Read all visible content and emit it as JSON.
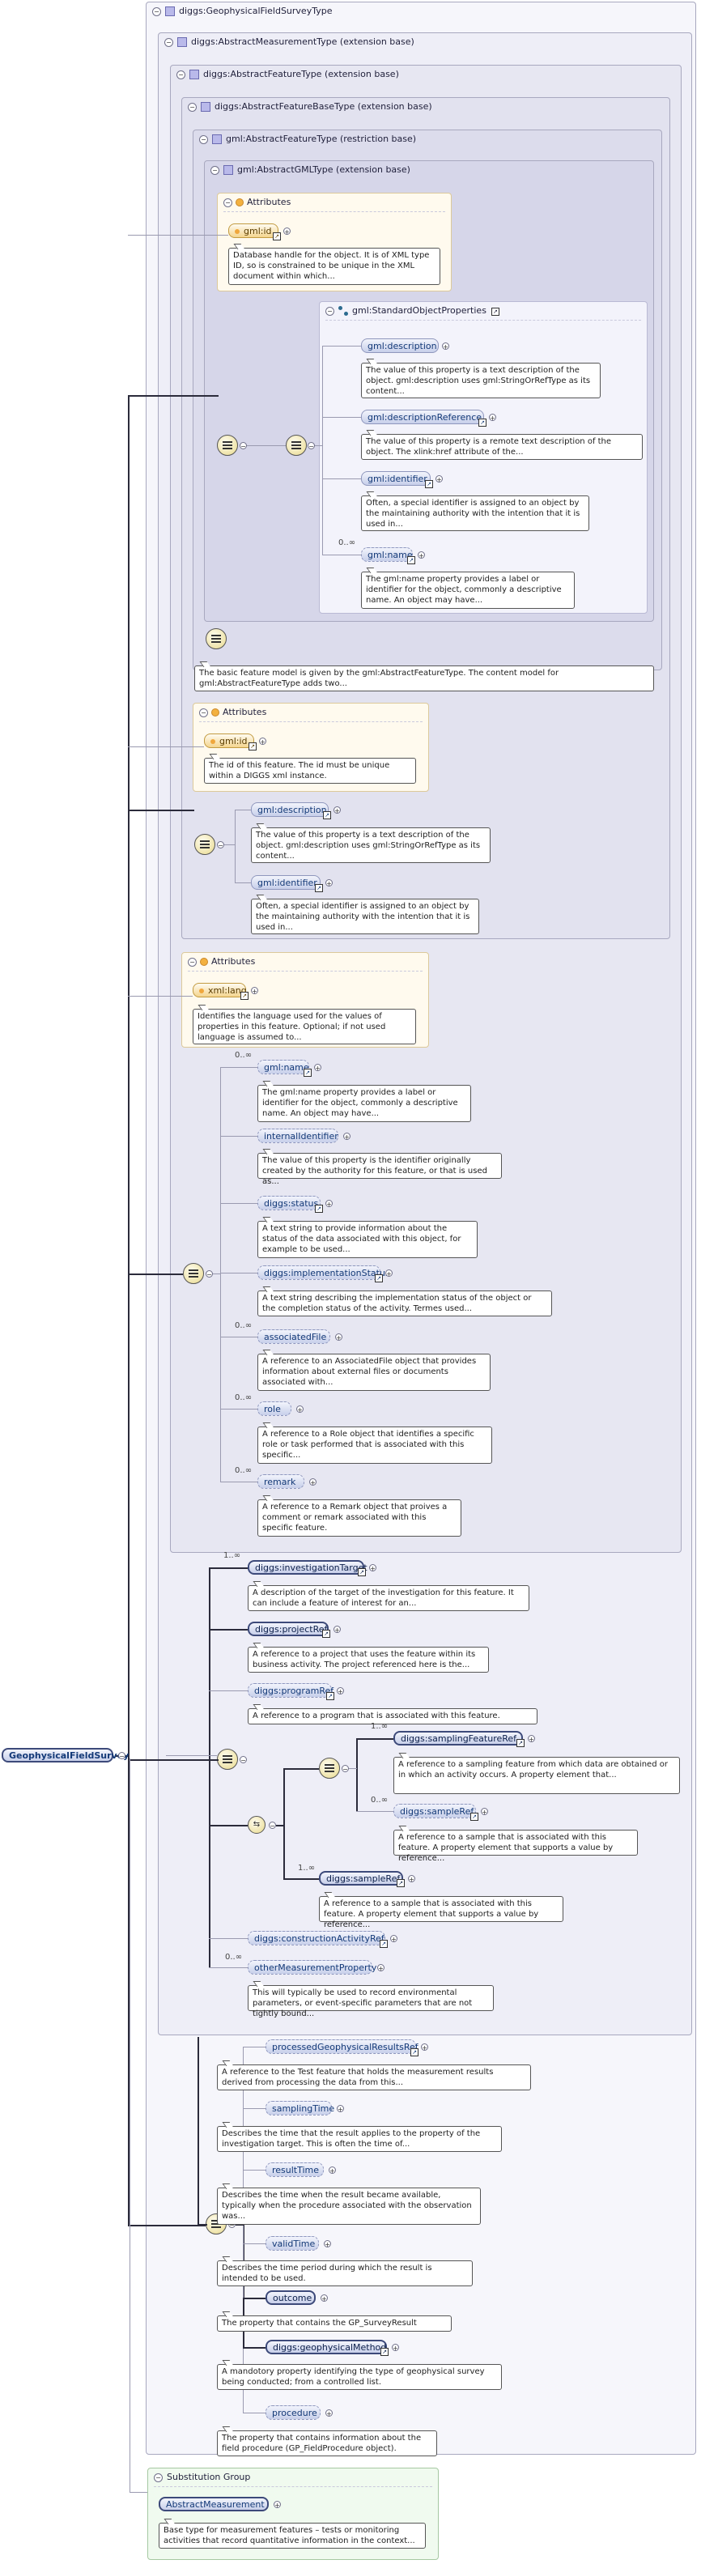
{
  "diagram": {
    "root": "GeophysicalFieldSurvey",
    "type_box": "diggs:GeophysicalFieldSurveyType",
    "abstract_measurement_type": "diggs:AbstractMeasurementType (extension base)",
    "abstract_feature_type_ext": "diggs:AbstractFeatureType (extension base)",
    "abstract_feature_base_type": "diggs:AbstractFeatureBaseType (extension base)",
    "gml_abstract_feature_type": "gml:AbstractFeatureType (restriction base)",
    "gml_abstract_gml_type": "gml:AbstractGMLType (extension base)",
    "attributes_label": "Attributes",
    "standard_object_properties": "gml:StandardObjectProperties",
    "substitution_group": "Substitution Group",
    "abstract_measurement": "AbstractMeasurement",
    "cardinality_many": "0..∞",
    "cardinality_one_many": "1..∞"
  },
  "gml_attr": {
    "name": "gml:id",
    "doc": "Database handle for the object. It is of XML type ID, so is constrained to be unique in the XML document within which..."
  },
  "std_props": [
    {
      "name": "gml:description",
      "doc": "The value of this property is a text description of the object. gml:description uses gml:StringOrRefType as its content..."
    },
    {
      "name": "gml:descriptionReference",
      "doc": "The value of this property is a remote text description of the object. The xlink:href attribute of the..."
    },
    {
      "name": "gml:identifier",
      "doc": "Often, a special identifier is assigned to an object by the maintaining authority with the intention that it is used in..."
    },
    {
      "name": "gml:name",
      "doc": "The gml:name property provides a label or identifier for the object, commonly a descriptive name. An object may have..."
    }
  ],
  "feature_base_doc": "The basic feature model is given by the gml:AbstractFeatureType. The content model for gml:AbstractFeatureType adds two...",
  "diggs_attr": {
    "name": "gml:id",
    "doc": "The id of this feature. The id must be unique within a DIGGS xml instance."
  },
  "diggs_seq": [
    {
      "name": "gml:description",
      "doc": "The value of this property is a text description of the object. gml:description uses gml:StringOrRefType as its content..."
    },
    {
      "name": "gml:identifier",
      "doc": "Often, a special identifier is assigned to an object by the maintaining authority with the intention that it is used in..."
    }
  ],
  "lang_attr": {
    "name": "xml:lang",
    "doc": "Identifies the language used for the values of properties in this feature. Optional; if not used language is assumed to..."
  },
  "feature_seq": [
    {
      "name": "gml:name",
      "card": "0..∞",
      "doc": "The gml:name property provides a label or identifier for the object, commonly a descriptive name. An object may have..."
    },
    {
      "name": "internalIdentifier",
      "card": "",
      "doc": "The value of this property is the identifier originally created by the authority for this feature, or that is used as..."
    },
    {
      "name": "diggs:status",
      "card": "",
      "doc": "A text string to provide information about the status of the data associated with this object, for example to be used..."
    },
    {
      "name": "diggs:implementationStatus",
      "card": "",
      "doc": "A text string describing the implementation status of the object or the completion status of the activity. Termes used..."
    },
    {
      "name": "associatedFile",
      "card": "0..∞",
      "doc": "A reference to an AssociatedFile object that provides information about external files or documents associated with..."
    },
    {
      "name": "role",
      "card": "0..∞",
      "doc": "A reference to a Role object that identifies a specific role or task performed that is associated with this specific..."
    },
    {
      "name": "remark",
      "card": "0..∞",
      "doc": "A reference to a Remark object that proives a comment or remark associated with this specific feature."
    }
  ],
  "measurement_seq": [
    {
      "name": "diggs:investigationTarget",
      "card": "1..∞",
      "doc": "A description of the target of the investigation for this feature. It can include a feature of interest for an..."
    },
    {
      "name": "diggs:projectRef",
      "card": "",
      "doc": "A reference to a project that uses the feature within its business activity. The project referenced here is the..."
    },
    {
      "name": "diggs:programRef",
      "card": "",
      "doc": "A reference to a program that is associated with this feature."
    }
  ],
  "choice_seq": [
    {
      "name": "diggs:samplingFeatureRef",
      "card": "1..∞",
      "doc": "A reference to a sampling feature from which data are obtained or in which an activity occurs. A property element that..."
    },
    {
      "name": "diggs:sampleRef",
      "card": "0..∞",
      "doc": "A reference to a sample that is associated with this feature. A property element that supports a value by reference..."
    }
  ],
  "choice_alt": {
    "name": "diggs:sampleRef",
    "card": "1..∞",
    "doc": "A reference to a sample that is associated with this feature. A property element that supports a value by reference..."
  },
  "measurement_tail": [
    {
      "name": "diggs:constructionActivityRef",
      "card": "",
      "doc": ""
    },
    {
      "name": "otherMeasurementProperty",
      "card": "0..∞",
      "doc": "This will typically be used to record environmental parameters, or event-specific parameters that are not tightly bound..."
    }
  ],
  "survey_seq": [
    {
      "name": "processedGeophysicalResultsRef",
      "doc": "A reference to the Test feature that holds the measurement results derived from processing the data from this..."
    },
    {
      "name": "samplingTime",
      "doc": "Describes the time that the result applies to the property of the investigation target. This is often the time of..."
    },
    {
      "name": "resultTime",
      "doc": "Describes the time when the result became available, typically when the procedure associated with the observation was..."
    },
    {
      "name": "validTime",
      "doc": "Describes the time period during which the result is intended to be used."
    },
    {
      "name": "outcome",
      "doc": "The property that contains the GP_SurveyResult"
    },
    {
      "name": "diggs:geophysicalMethod",
      "doc": "A mandotory property identifying the type of geophysical survey being conducted; from a controlled list."
    },
    {
      "name": "procedure",
      "doc": "The property that contains information about the field procedure (GP_FieldProcedure object)."
    }
  ],
  "abstract_measurement_doc": "Base type for measurement features – tests or monitoring activities that record quantitative information in the context..."
}
